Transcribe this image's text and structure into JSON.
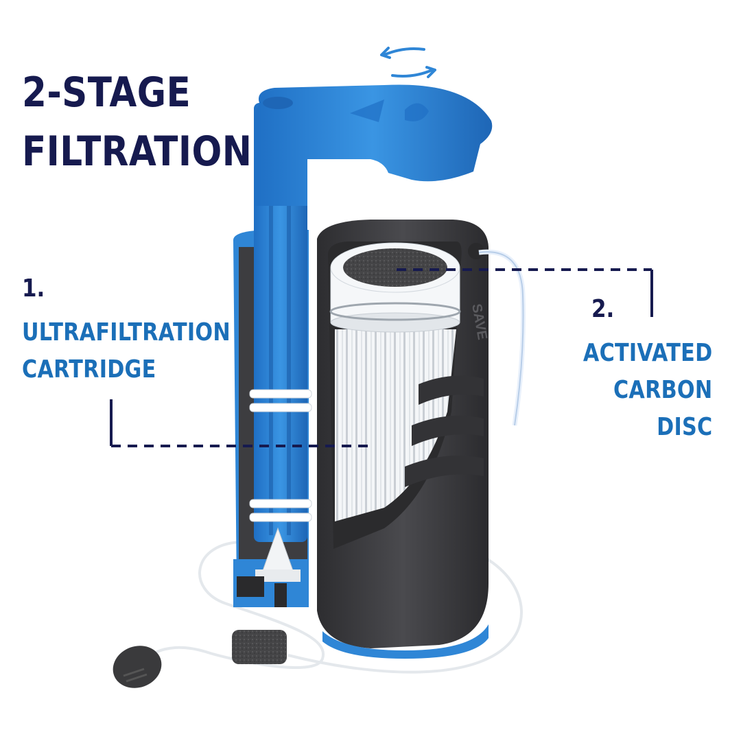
{
  "title": {
    "line1": "2-STAGE",
    "line2": "FILTRATION"
  },
  "labels": [
    {
      "number": "1.",
      "line1": "ULTRAFILTRATION",
      "line2": "CARTRIDGE"
    },
    {
      "number": "2.",
      "line1": "ACTIVATED",
      "line2": "CARBON",
      "line3": "DISC"
    }
  ],
  "brand_mark": "SAVE",
  "colors": {
    "title": "#161a4f",
    "label_accent": "#1b6fb8",
    "pump_blue": "#2f86d6",
    "body_dark": "#3d3d3f"
  }
}
